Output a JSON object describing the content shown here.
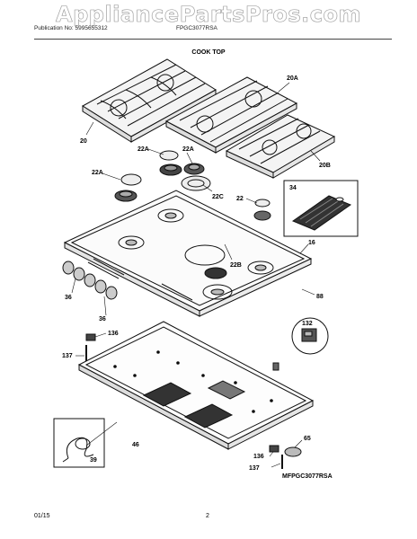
{
  "watermark": "AppliancePartsPros.com",
  "header": {
    "publication": "Publication No: 5995655312",
    "model": "FPGC3077RSA",
    "section": "COOK TOP"
  },
  "labels": {
    "grate_left": "20",
    "grate_right": "20A",
    "grate_small": "20B",
    "cap_a1": "22A",
    "cap_a2": "22A",
    "cap_a3": "22A",
    "cap_c": "22C",
    "cap_22": "22",
    "cap_b": "22B",
    "griddle": "34",
    "cooktop": "16",
    "gasket": "88",
    "knob1": "36",
    "knob2": "36",
    "part132": "132",
    "part136a": "136",
    "part137a": "137",
    "part136b": "136",
    "part137b": "137",
    "burner_box": "46",
    "part65": "65",
    "harness": "39",
    "diagram_id": "MFPGC3077RSA"
  },
  "footer": {
    "date": "01/15",
    "page": "2"
  }
}
